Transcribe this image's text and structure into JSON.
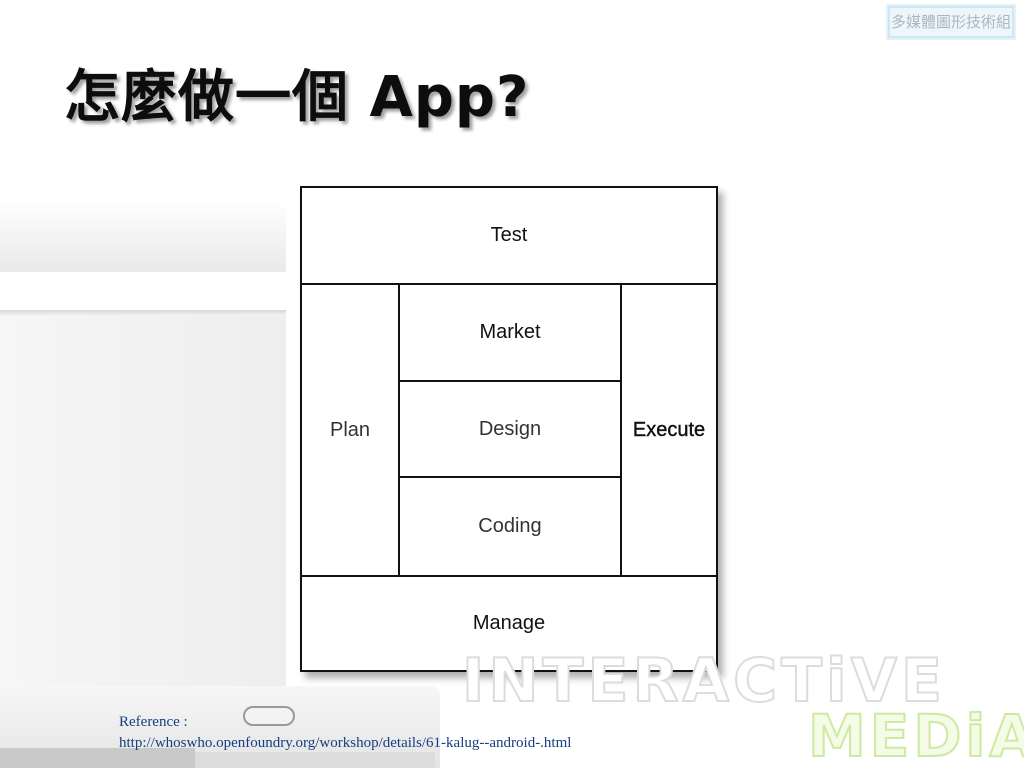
{
  "header": {
    "tag": "多媒體圖形技術組",
    "title": "怎麼做一個 App?"
  },
  "diagram": {
    "test": "Test",
    "plan": "Plan",
    "market": "Market",
    "design": "Design",
    "coding": "Coding",
    "execute": "Execute",
    "manage": "Manage"
  },
  "footer": {
    "reference_label": "Reference :",
    "reference_url": "http://whoswho.openfoundry.org/workshop/details/61-kalug--android-.html"
  },
  "branding": {
    "line1": "INTERACTiVE",
    "line2": "MEDiA"
  },
  "colors": {
    "title": "#0d0d0d",
    "reference": "#163e80",
    "tag_background": "#eef6fb",
    "tag_border": "#cfe6f3",
    "media_outline": "#cdeaa0"
  }
}
